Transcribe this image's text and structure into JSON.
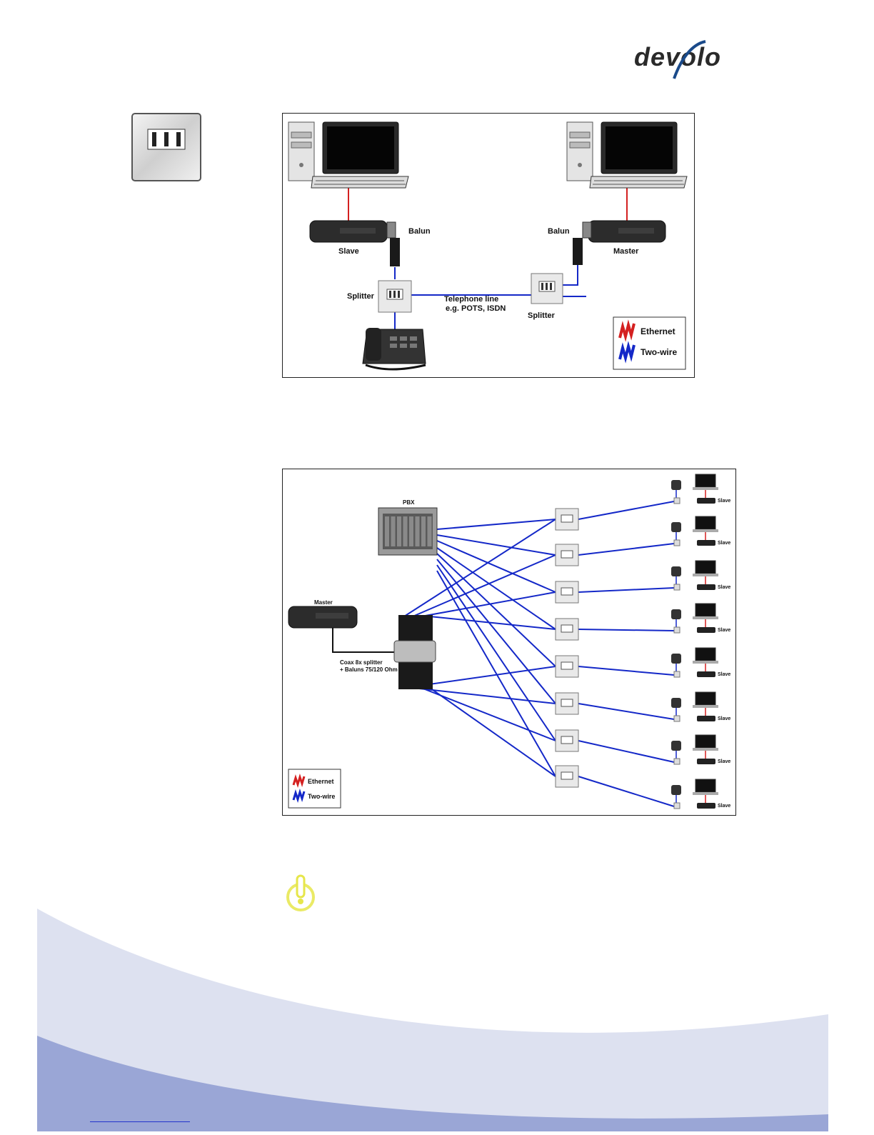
{
  "brand": {
    "logo_text": "devolo",
    "accent": "#1a4a8a"
  },
  "icons": {
    "side": "splitter-icon",
    "hint": "hint-lightbulb-icon"
  },
  "colors": {
    "ethernet": "#d42020",
    "two_wire": "#1428c8",
    "footer_light": "#dde1f0",
    "footer_dark": "#9aa6d6"
  },
  "diagram1": {
    "balun_left": "Balun",
    "balun_right": "Balun",
    "slave": "Slave",
    "master": "Master",
    "splitter_left": "Splitter",
    "splitter_right": "Splitter",
    "line_1": "Telephone line",
    "line_2": "e.g. POTS, ISDN",
    "legend": {
      "ethernet": "Ethernet",
      "two_wire": "Two-wire"
    }
  },
  "diagram2": {
    "pbx": "PBX",
    "master": "Master",
    "coax_1": "Coax 8x splitter",
    "coax_2": "+ Baluns 75/120 Ohm",
    "slaves": [
      "Slave",
      "Slave",
      "Slave",
      "Slave",
      "Slave",
      "Slave",
      "Slave",
      "Slave"
    ],
    "legend": {
      "ethernet": "Ethernet",
      "two_wire": "Two-wire"
    }
  }
}
